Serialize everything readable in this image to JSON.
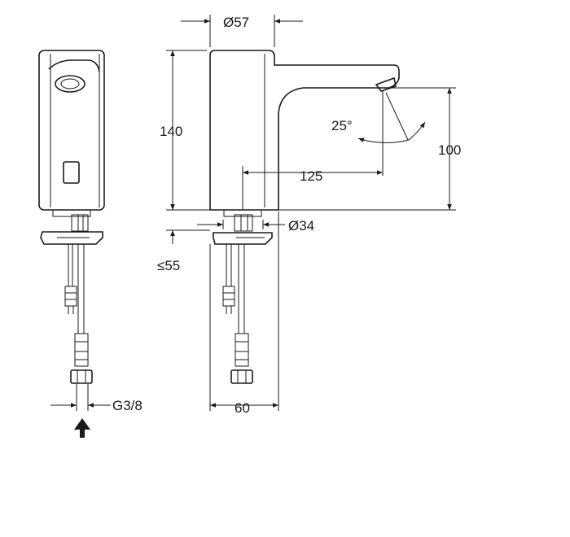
{
  "drawing": {
    "dims": {
      "spout_diameter": "Ø57",
      "height": "140",
      "reach": "125",
      "spout_height": "100",
      "angle": "25°",
      "base_diameter": "Ø34",
      "deck_thickness": "≤55",
      "base_width": "60",
      "connection": "G3/8"
    },
    "line_color": "#1a1a1a"
  }
}
